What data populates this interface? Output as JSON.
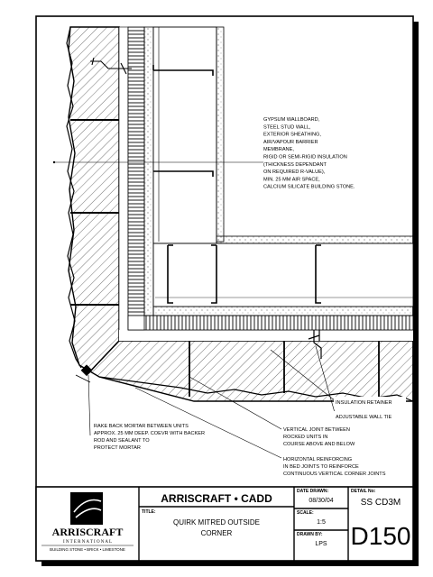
{
  "notes": {
    "wall_assembly": [
      "GYPSUM WALLBOARD,",
      "STEEL STUD WALL,",
      "EXTERIOR SHEATHING,",
      "AIR/VAPOUR BARRIER",
      "MEMBRANE,",
      "RIGID OR SEMI-RIGID INSULATION",
      "(THICKNESS DEPENDANT",
      "ON REQUIRED R-VALUE),",
      "MIN. 25 MM AIR SPACE,",
      "CALCIUM SILICATE BUILDING STONE."
    ],
    "insulation_retainer": "INSULATION RETAINER",
    "wall_tie": "ADJUSTABLE WALL TIE",
    "rake_back": [
      "RAKE BACK MORTAR BETWEEN UNITS",
      "APPROX. 25 MM DEEP. COEVR WITH BACKER",
      "ROD AND SEALANT TO",
      "PROTECT MORTAR"
    ],
    "vertical_joint": [
      "VERTICAL JOINT BETWEEN",
      "ROCKED UNITS IN",
      "COURSE ABOVE AND BELOW"
    ],
    "reinforcing": [
      "HORIZONTAL REINFORCING",
      "IN BED JOINTS TO REINFORCE",
      "CONTINUOUS VERTICAL CORNER JOINTS"
    ]
  },
  "title_block": {
    "logo_name": "ARRISCRAFT",
    "logo_sub": "I N T E R N A T I O N A L",
    "logo_tagline": "BUILDING STONE • BRICK • LIMESTONE",
    "company": "ARRISCRAFT • CADD",
    "title_label": "TITLE:",
    "title_lines": [
      "QUIRK MITRED OUTSIDE",
      "CORNER"
    ],
    "date_label": "DATE DRAWN:",
    "date_value": "08/30/04",
    "scale_label": "SCALE:",
    "scale_value": "1:5",
    "drawn_label": "DRAWN BY:",
    "drawn_value": "LPS",
    "detail_label": "DETAIL No:",
    "detail_code": "SS CD3M",
    "detail_number": "D150"
  }
}
